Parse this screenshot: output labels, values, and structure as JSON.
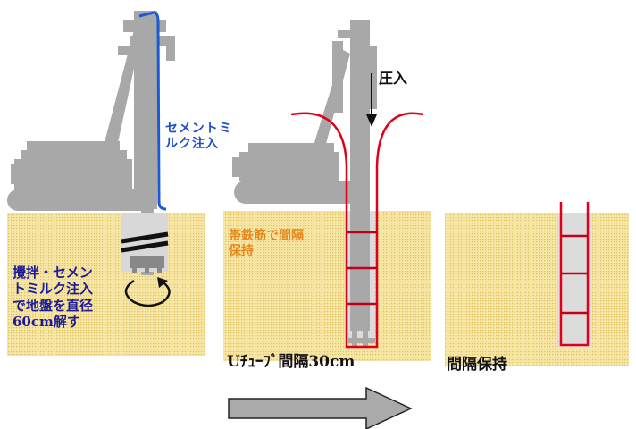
{
  "colors": {
    "ground_fill": "#f6e6a6",
    "ground_dot": "#e2c05a",
    "machine_gray": "#a8a8a8",
    "hole_fill": "#dcdcdc",
    "u_tube_red": "#e0001a",
    "cement_line_blue": "#1a5ad8",
    "label_blue": "#1e4fc8",
    "label_navy": "#1a1a9c",
    "label_orange": "#e8861a",
    "arrow_fill": "#aaaaaa"
  },
  "labels": {
    "cement_milk_line1": "セメントミ",
    "cement_milk_line2": "ルク注入",
    "mixing_line1": "攪拌・セメン",
    "mixing_line2": "トミルク注入",
    "mixing_line3": "で地盤を直径",
    "mixing_line4": "60cm解す",
    "press_in": "圧入",
    "hoop_line1": "帯鉄筋で間隔",
    "hoop_line2": "保持",
    "u_tube_spacing": "Uﾁｭｰﾌﾞ間隔30cm",
    "spacing_kept": "間隔保持"
  },
  "icons": {
    "progress_arrow": "right-arrow-icon",
    "press_arrow": "down-arrow-icon",
    "rotation": "rotation-arrow-icon"
  }
}
